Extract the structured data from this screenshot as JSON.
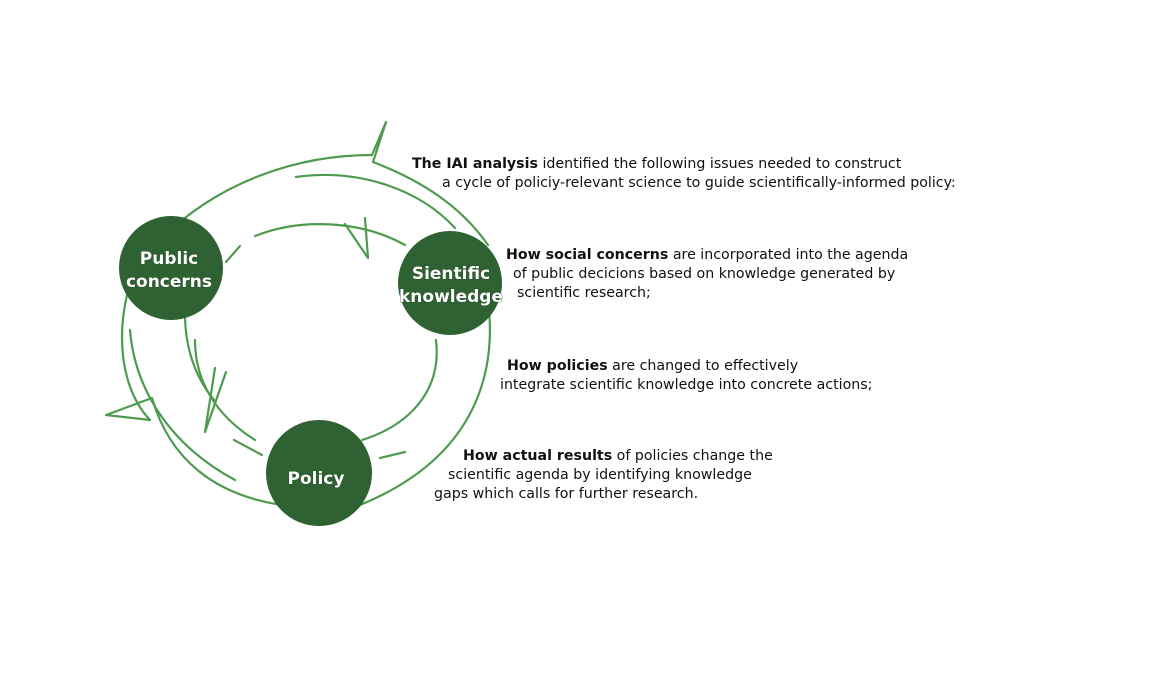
{
  "nodes": {
    "public": {
      "line1": "Public",
      "line2": "concerns"
    },
    "science": {
      "line1": "Sientific",
      "line2": "knowledge"
    },
    "policy": {
      "label": "Policy"
    }
  },
  "intro": {
    "bold": "The IAI analysis",
    "rest": " identified the following issues needed to construct",
    "line2": "a cycle of policiy-relevant science to guide scientifically-informed policy:"
  },
  "issues": [
    {
      "bold": "How social concerns",
      "rest": " are incorporated into the agenda",
      "line2": "of public  decicions based on knowledge generated by",
      "line3": "scientific research;"
    },
    {
      "bold": "How policies",
      "rest": " are changed to effectively",
      "line2": "integrate scientific knowledge into concrete actions;"
    },
    {
      "bold": "How actual results",
      "rest": " of policies change the",
      "line2": "scientific agenda by identifying knowledge",
      "line3": "gaps which calls for further research."
    }
  ],
  "colors": {
    "node_fill": "#2f6233",
    "arrow_stroke": "#4e9a4e"
  }
}
